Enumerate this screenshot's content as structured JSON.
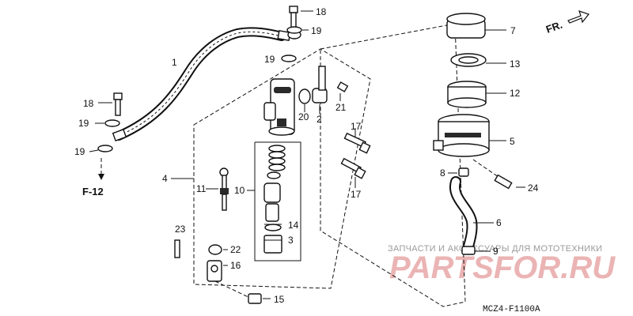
{
  "diagram": {
    "code": "MCZ4-F1100A",
    "direction_label": "FR.",
    "figure_ref": "F-12",
    "callouts": {
      "c18a": "18",
      "c19a": "19",
      "c19b": "19",
      "c1": "1",
      "c18b": "18",
      "c19c": "19",
      "c19d": "19",
      "c20": "20",
      "c2": "2",
      "c21": "21",
      "c4": "4",
      "c11": "11",
      "c10": "10",
      "c14": "14",
      "c3": "3",
      "c23": "23",
      "c22": "22",
      "c16": "16",
      "c15": "15",
      "c17a": "17",
      "c17b": "17",
      "c7": "7",
      "c13": "13",
      "c12": "12",
      "c5": "5",
      "c8": "8",
      "c24": "24",
      "c6": "6",
      "c9": "9"
    }
  },
  "watermark": {
    "line1": "ЗАПЧАСТИ И АКСЕССУАРЫ ДЛЯ МОТОТЕХНИКИ",
    "line2": "PARTSFOR.RU"
  }
}
